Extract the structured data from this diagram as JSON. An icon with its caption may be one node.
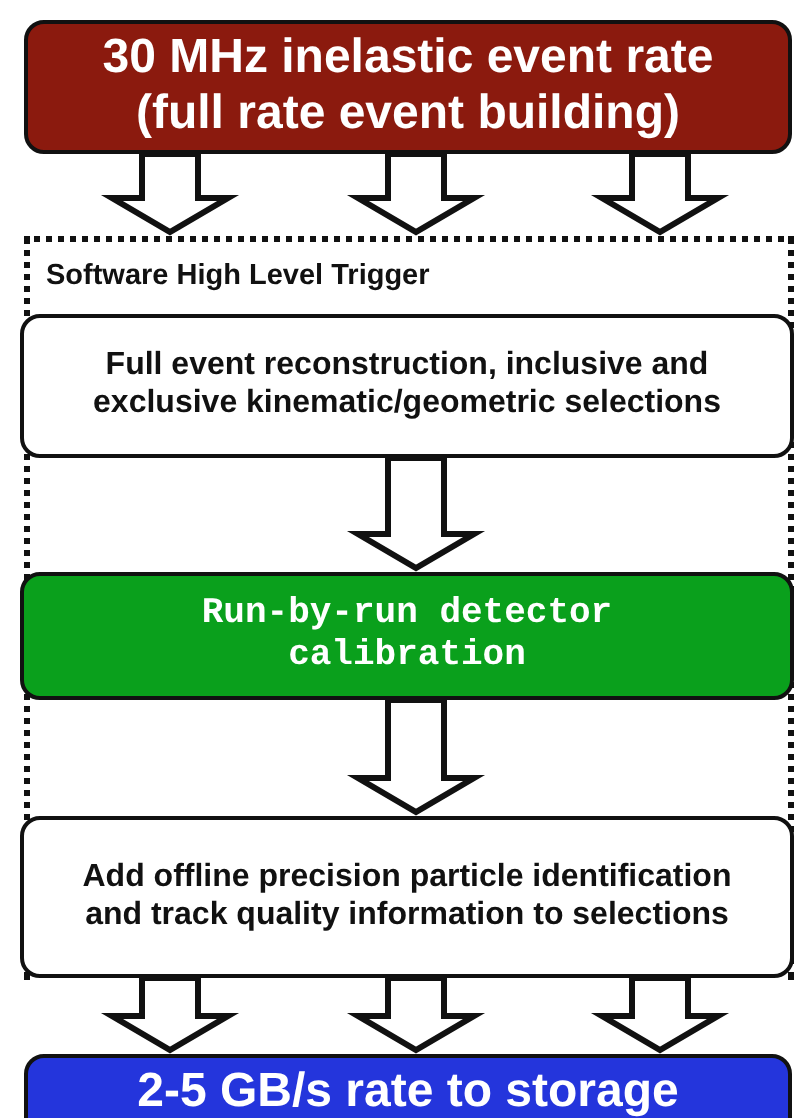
{
  "diagram": {
    "nodes": [
      {
        "text": [
          "30 MHz inelastic event rate (full rate event building)"
        ]
      },
      {
        "text": [
          "Software High Level Trigger"
        ]
      },
      {
        "text": [
          "Full event reconstruction, inclusive and exclusive kinematic/geometric selections"
        ],
        "in": 1
      },
      {
        "text": [
          "Run-by-run detector calibration"
        ],
        "in": 1
      },
      {
        "text": [
          "Add offline precision particle identification and track quality information to selections"
        ],
        "in": 1
      },
      {
        "text": [
          "2-5 GB/s rate to storage"
        ]
      }
    ],
    "edges": [
      {
        "from": 0,
        "to": 1,
        "arrow": "to"
      },
      {
        "from": 0,
        "to": 1,
        "arrow": "to"
      },
      {
        "from": 0,
        "to": 1,
        "arrow": "to"
      },
      {
        "from": 2,
        "to": 3,
        "arrow": "to"
      },
      {
        "from": 3,
        "to": 4,
        "arrow": "to"
      },
      {
        "from": 4,
        "to": 5,
        "arrow": "to"
      },
      {
        "from": 4,
        "to": 5,
        "arrow": "to"
      },
      {
        "from": 4,
        "to": 5,
        "arrow": "to"
      }
    ]
  }
}
